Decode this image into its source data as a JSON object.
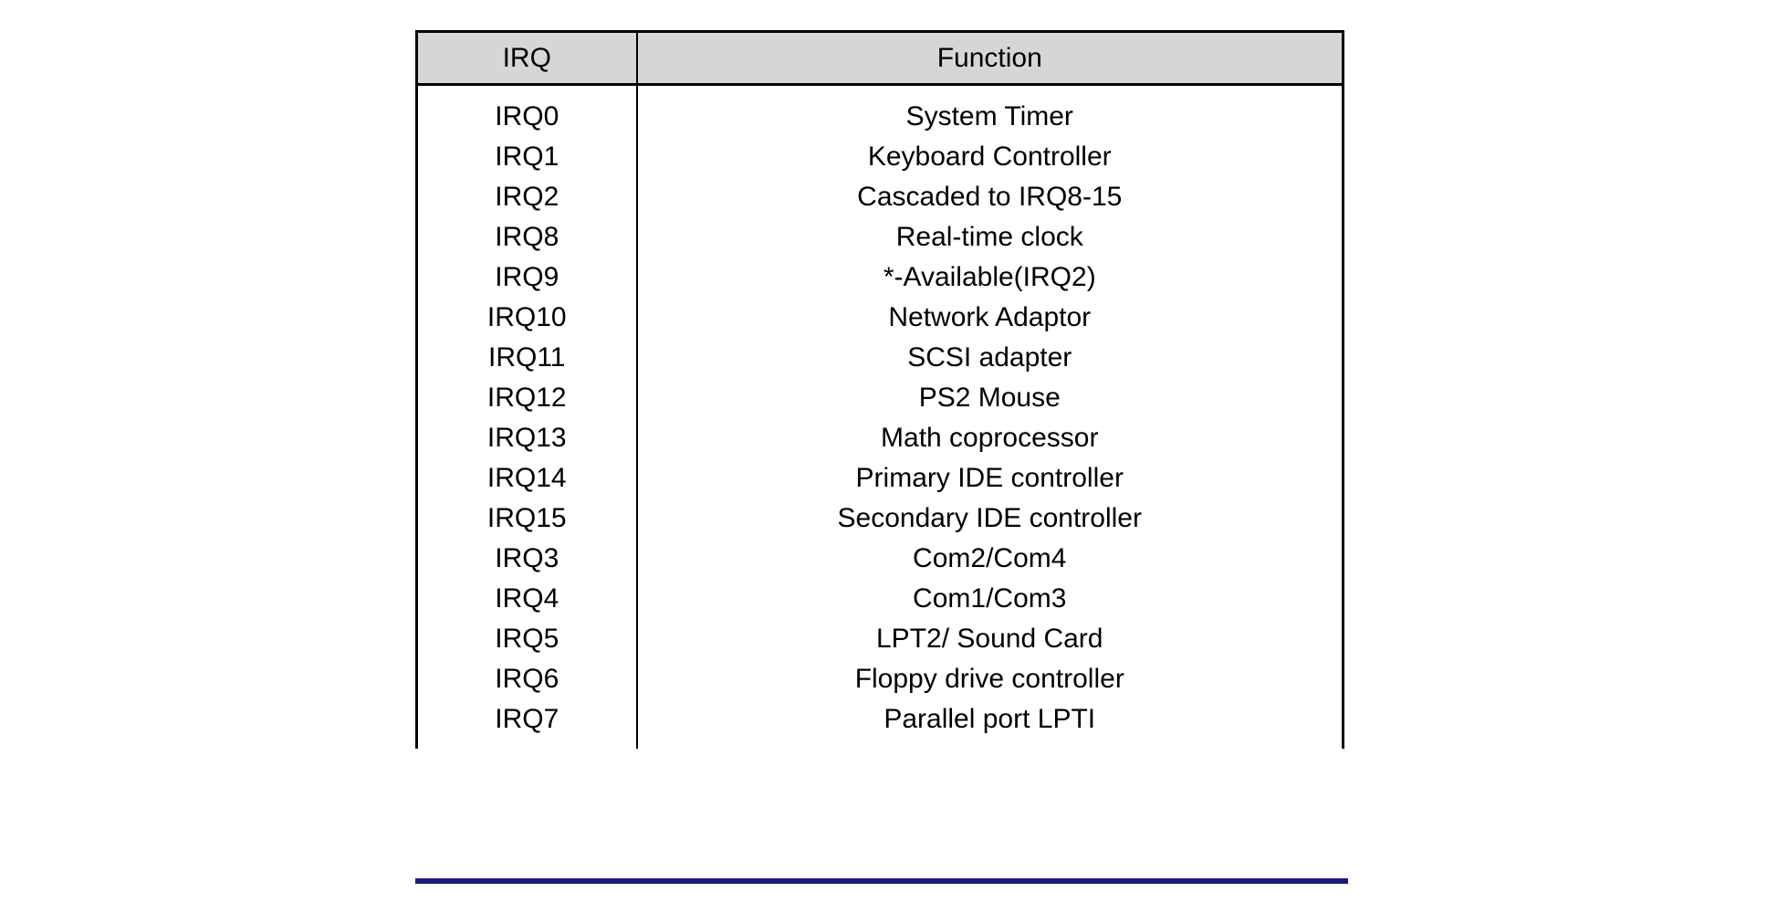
{
  "table": {
    "name": "irq-assignment-table",
    "columns": [
      {
        "key": "irq",
        "header": "IRQ"
      },
      {
        "key": "function",
        "header": "Function"
      }
    ],
    "header": {
      "irq": "IRQ",
      "function": "Function"
    },
    "rows": [
      {
        "irq": "IRQ0",
        "function": "System Timer"
      },
      {
        "irq": "IRQ1",
        "function": "Keyboard Controller"
      },
      {
        "irq": "IRQ2",
        "function": "Cascaded to IRQ8-15"
      },
      {
        "irq": "IRQ8",
        "function": "Real-time clock"
      },
      {
        "irq": "IRQ9",
        "function": "*-Available(IRQ2)"
      },
      {
        "irq": "IRQ10",
        "function": "Network Adaptor"
      },
      {
        "irq": "IRQ11",
        "function": "SCSI adapter"
      },
      {
        "irq": "IRQ12",
        "function": "PS2 Mouse"
      },
      {
        "irq": "IRQ13",
        "function": "Math coprocessor"
      },
      {
        "irq": "IRQ14",
        "function": "Primary IDE controller"
      },
      {
        "irq": "IRQ15",
        "function": "Secondary IDE controller"
      },
      {
        "irq": "IRQ3",
        "function": "Com2/Com4"
      },
      {
        "irq": "IRQ4",
        "function": "Com1/Com3"
      },
      {
        "irq": "IRQ5",
        "function": "LPT2/ Sound Card"
      },
      {
        "irq": "IRQ6",
        "function": "Floppy drive controller"
      },
      {
        "irq": "IRQ7",
        "function": "Parallel port LPTI"
      }
    ],
    "colors": {
      "header_background": "#d6d6d6",
      "border": "#000000",
      "bottom_rule": "#1a1a7a",
      "page_background": "#ffffff",
      "text": "#000000"
    }
  }
}
